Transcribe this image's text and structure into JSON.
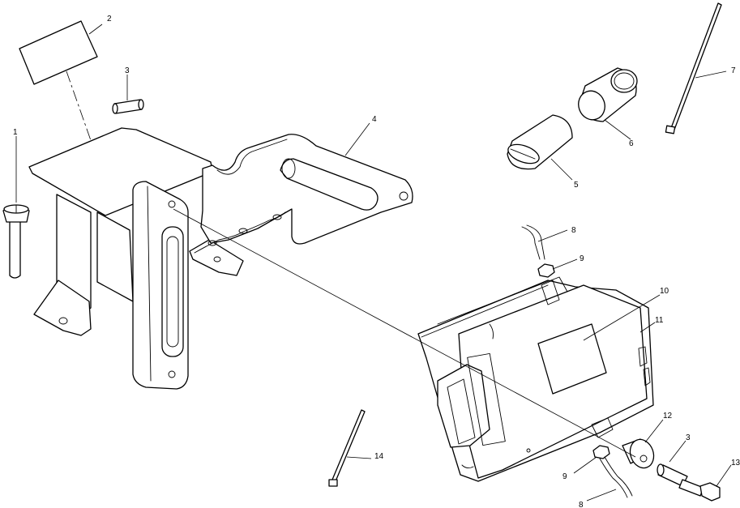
{
  "diagram": {
    "callouts": [
      {
        "id": "c1",
        "label": "1"
      },
      {
        "id": "c2",
        "label": "2"
      },
      {
        "id": "c3a",
        "label": "3"
      },
      {
        "id": "c4",
        "label": "4"
      },
      {
        "id": "c5",
        "label": "5"
      },
      {
        "id": "c6",
        "label": "6"
      },
      {
        "id": "c7",
        "label": "7"
      },
      {
        "id": "c8a",
        "label": "8"
      },
      {
        "id": "c9a",
        "label": "9"
      },
      {
        "id": "c10",
        "label": "10"
      },
      {
        "id": "c11",
        "label": "11"
      },
      {
        "id": "c12",
        "label": "12"
      },
      {
        "id": "c3b",
        "label": "3"
      },
      {
        "id": "c13",
        "label": "13"
      },
      {
        "id": "c9b",
        "label": "9"
      },
      {
        "id": "c8b",
        "label": "8"
      },
      {
        "id": "c14",
        "label": "14"
      }
    ]
  }
}
